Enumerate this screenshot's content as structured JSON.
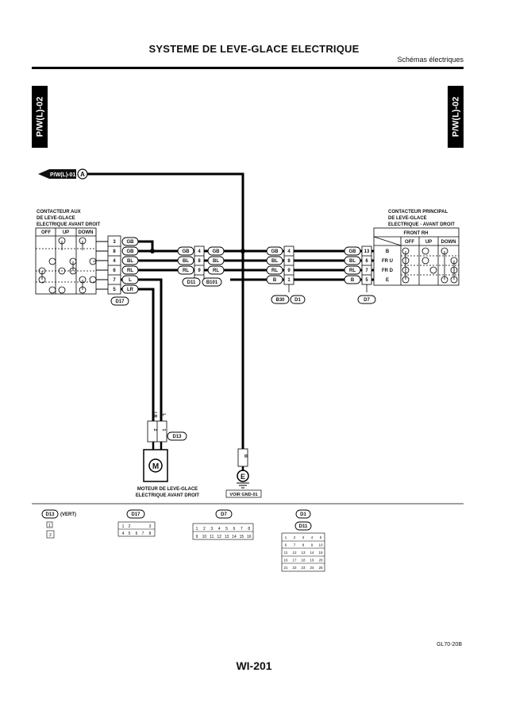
{
  "header": {
    "title": "SYSTEME DE LEVE-GLACE ELECTRIQUE",
    "subtitle": "Schémas électriques"
  },
  "tabs": {
    "left": "P/W(L)-02",
    "right": "P/W(L)-02"
  },
  "ref": {
    "label": "P/W(L)-01",
    "letter": "A"
  },
  "aux_switch": {
    "l1": "CONTACTEUR AUX",
    "l2": "DE LEVE-GLACE",
    "l3": "ELECTRIQUE AVANT DROIT",
    "h_off": "OFF",
    "h_up": "UP",
    "h_down": "DOWN"
  },
  "main_switch": {
    "l1": "CONTACTEUR PRINCIPAL",
    "l2": "DE LEVE-GLACE",
    "l3": "ELECTRIQUE - AVANT DROIT",
    "header": "FRONT RH",
    "h_off": "OFF",
    "h_up": "UP",
    "h_down": "DOWN",
    "rows": [
      "B",
      "FR U",
      "FR D",
      "E"
    ]
  },
  "wires": {
    "aux_pins": [
      "3",
      "8",
      "4",
      "6",
      "7",
      "5"
    ],
    "aux_colors": [
      "GB",
      "GB",
      "BL",
      "RL",
      "L",
      "LR"
    ],
    "mid_left": [
      "GB",
      "BL",
      "RL"
    ],
    "mid_pins": [
      "4",
      "8",
      "9"
    ],
    "mid_right": [
      "GB",
      "BL",
      "RL"
    ],
    "b30_colors": [
      "GB",
      "BL",
      "RL",
      "B"
    ],
    "b30_pins": [
      "4",
      "8",
      "9",
      "1"
    ],
    "d7_colors": [
      "GB",
      "BL",
      "RL",
      "B"
    ],
    "d7_pins": [
      "13",
      "6",
      "7",
      "5"
    ]
  },
  "connectors": {
    "d17": "D17",
    "d11": "D11",
    "b101": "B101",
    "b30": "B30",
    "d1": "D1",
    "d7": "D7",
    "d13": "D13"
  },
  "motor": {
    "wire_lr": "LR",
    "wire_l": "L",
    "pin2": "2",
    "pin1": "1",
    "symbol": "M",
    "caption1": "MOTEUR DE LEVE-GLACE",
    "caption2": "ELECTRIQUE AVANT DROIT"
  },
  "ground": {
    "wire": "B",
    "symbol": "E",
    "caption": "VOIR GND-01"
  },
  "legend": {
    "d13": "D13",
    "d13_note": "(VERT)",
    "d13_pins": [
      "1",
      "2"
    ],
    "d17": "D17",
    "d17_pins": [
      "1",
      "2",
      "3",
      "4",
      "5",
      "6",
      "7",
      "8"
    ],
    "d7": "D7",
    "d7_pins": [
      "1",
      "2",
      "3",
      "4",
      "5",
      "6",
      "7",
      "8",
      "9",
      "10",
      "11",
      "12",
      "13",
      "14",
      "15",
      "16"
    ],
    "d1": "D1",
    "d11": "D11",
    "d1_pins": [
      "1",
      "2",
      "3",
      "4",
      "5",
      "6",
      "7",
      "8",
      "9",
      "10",
      "11",
      "12",
      "13",
      "14",
      "15",
      "16",
      "17",
      "18",
      "19",
      "20",
      "21",
      "22",
      "23",
      "24",
      "25"
    ]
  },
  "footer": {
    "figure_code": "GL70-20B",
    "page": "WI-201"
  }
}
